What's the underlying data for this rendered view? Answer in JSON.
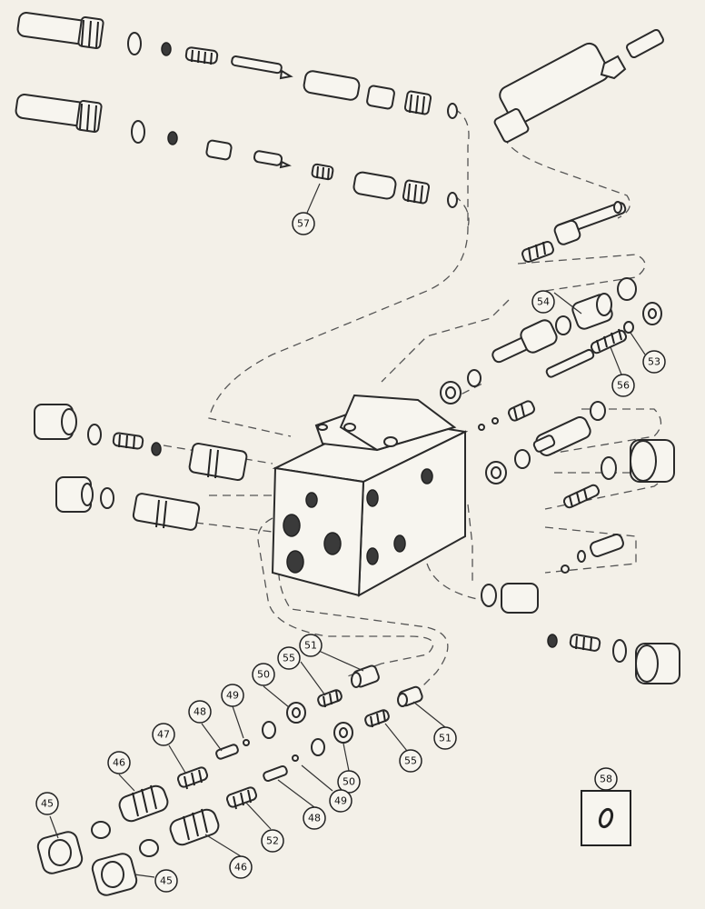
{
  "callouts": [
    {
      "id": "c57",
      "label": "57"
    },
    {
      "id": "c54",
      "label": "54"
    },
    {
      "id": "c53",
      "label": "53"
    },
    {
      "id": "c56",
      "label": "56"
    },
    {
      "id": "c51a",
      "label": "51"
    },
    {
      "id": "c51b",
      "label": "51"
    },
    {
      "id": "c55a",
      "label": "55"
    },
    {
      "id": "c55b",
      "label": "55"
    },
    {
      "id": "c50a",
      "label": "50"
    },
    {
      "id": "c50b",
      "label": "50"
    },
    {
      "id": "c49a",
      "label": "49"
    },
    {
      "id": "c49b",
      "label": "49"
    },
    {
      "id": "c48a",
      "label": "48"
    },
    {
      "id": "c48b",
      "label": "48"
    },
    {
      "id": "c47",
      "label": "47"
    },
    {
      "id": "c46a",
      "label": "46"
    },
    {
      "id": "c46b",
      "label": "46"
    },
    {
      "id": "c45a",
      "label": "45"
    },
    {
      "id": "c45b",
      "label": "45"
    },
    {
      "id": "c52",
      "label": "52"
    },
    {
      "id": "c58",
      "label": "58"
    }
  ]
}
